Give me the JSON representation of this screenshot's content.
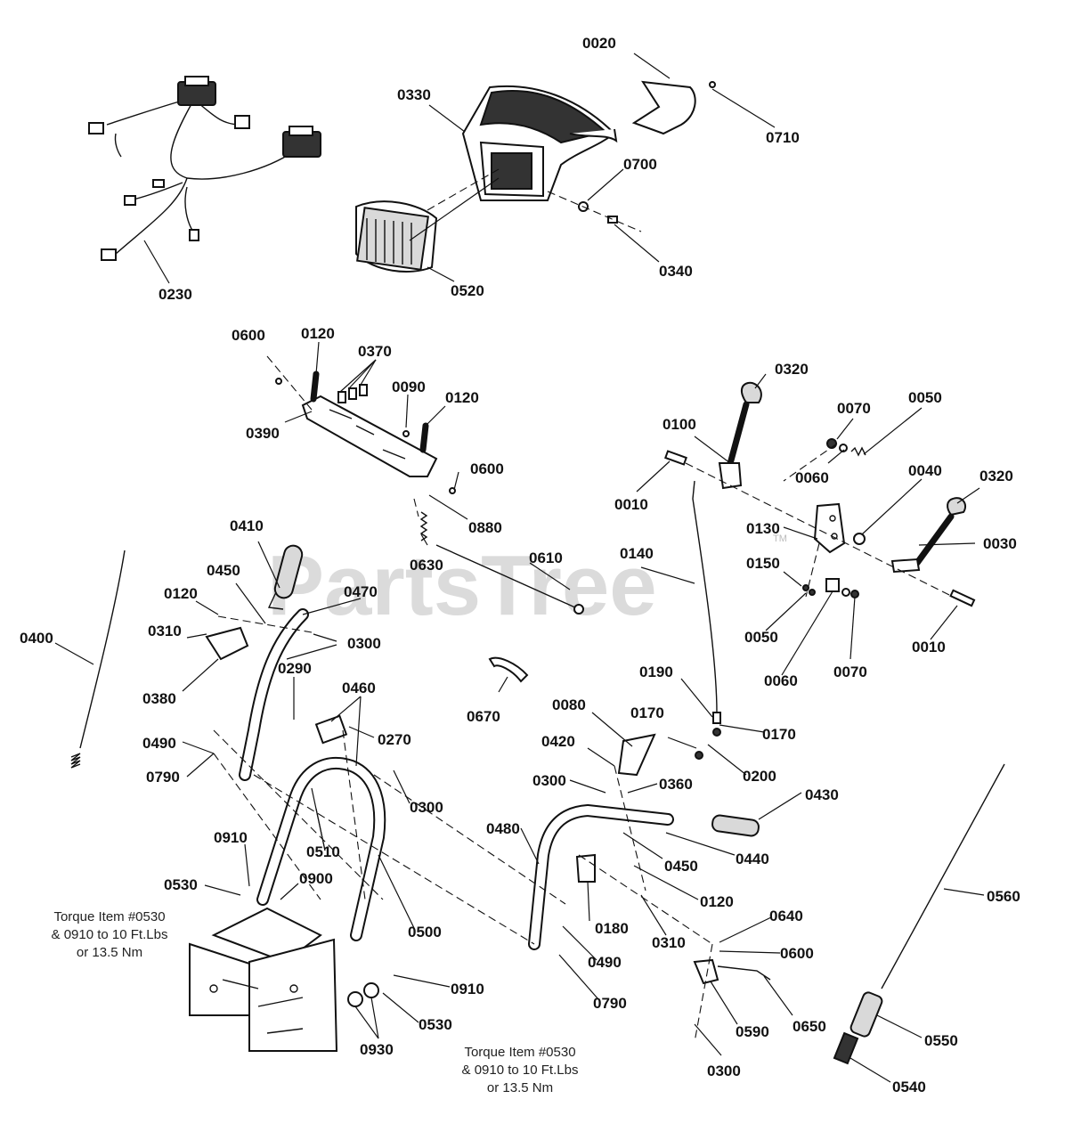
{
  "watermark": {
    "text": "PartsTree",
    "tm": "TM"
  },
  "notes": [
    {
      "id": "note-left",
      "lines": [
        "Torque Item #0530",
        "& 0910 to 10 Ft.Lbs",
        "or 13.5 Nm"
      ]
    },
    {
      "id": "note-bottom",
      "lines": [
        "Torque Item #0530",
        "& 0910 to 10 Ft.Lbs",
        "or 13.5 Nm"
      ]
    }
  ],
  "callouts": [
    {
      "id": "c-0020",
      "text": "0020"
    },
    {
      "id": "c-0330",
      "text": "0330"
    },
    {
      "id": "c-0710",
      "text": "0710"
    },
    {
      "id": "c-0700",
      "text": "0700"
    },
    {
      "id": "c-0340",
      "text": "0340"
    },
    {
      "id": "c-0520",
      "text": "0520"
    },
    {
      "id": "c-0230",
      "text": "0230"
    },
    {
      "id": "c-0600a",
      "text": "0600"
    },
    {
      "id": "c-0120a",
      "text": "0120"
    },
    {
      "id": "c-0370",
      "text": "0370"
    },
    {
      "id": "c-0090",
      "text": "0090"
    },
    {
      "id": "c-0120b",
      "text": "0120"
    },
    {
      "id": "c-0390",
      "text": "0390"
    },
    {
      "id": "c-0600b",
      "text": "0600"
    },
    {
      "id": "c-0880",
      "text": "0880"
    },
    {
      "id": "c-0630",
      "text": "0630"
    },
    {
      "id": "c-0610",
      "text": "0610"
    },
    {
      "id": "c-0320a",
      "text": "0320"
    },
    {
      "id": "c-0070a",
      "text": "0070"
    },
    {
      "id": "c-0050a",
      "text": "0050"
    },
    {
      "id": "c-0100",
      "text": "0100"
    },
    {
      "id": "c-0060a",
      "text": "0060"
    },
    {
      "id": "c-0040",
      "text": "0040"
    },
    {
      "id": "c-0320b",
      "text": "0320"
    },
    {
      "id": "c-0010a",
      "text": "0010"
    },
    {
      "id": "c-0130",
      "text": "0130"
    },
    {
      "id": "c-0030",
      "text": "0030"
    },
    {
      "id": "c-0140",
      "text": "0140"
    },
    {
      "id": "c-0150",
      "text": "0150"
    },
    {
      "id": "c-0050b",
      "text": "0050"
    },
    {
      "id": "c-0010b",
      "text": "0010"
    },
    {
      "id": "c-0060b",
      "text": "0060"
    },
    {
      "id": "c-0070b",
      "text": "0070"
    },
    {
      "id": "c-0410",
      "text": "0410"
    },
    {
      "id": "c-0450a",
      "text": "0450"
    },
    {
      "id": "c-0470",
      "text": "0470"
    },
    {
      "id": "c-0120c",
      "text": "0120"
    },
    {
      "id": "c-0310a",
      "text": "0310"
    },
    {
      "id": "c-0300a",
      "text": "0300"
    },
    {
      "id": "c-0400",
      "text": "0400"
    },
    {
      "id": "c-0380",
      "text": "0380"
    },
    {
      "id": "c-0290",
      "text": "0290"
    },
    {
      "id": "c-0460",
      "text": "0460"
    },
    {
      "id": "c-0270",
      "text": "0270"
    },
    {
      "id": "c-0670",
      "text": "0670"
    },
    {
      "id": "c-0190",
      "text": "0190"
    },
    {
      "id": "c-0170a",
      "text": "0170"
    },
    {
      "id": "c-0170b",
      "text": "0170"
    },
    {
      "id": "c-0200",
      "text": "0200"
    },
    {
      "id": "c-0080",
      "text": "0080"
    },
    {
      "id": "c-0420",
      "text": "0420"
    },
    {
      "id": "c-0490a",
      "text": "0490"
    },
    {
      "id": "c-0790a",
      "text": "0790"
    },
    {
      "id": "c-0300b",
      "text": "0300"
    },
    {
      "id": "c-0360",
      "text": "0360"
    },
    {
      "id": "c-0300c",
      "text": "0300"
    },
    {
      "id": "c-0430",
      "text": "0430"
    },
    {
      "id": "c-0510",
      "text": "0510"
    },
    {
      "id": "c-0480",
      "text": "0480"
    },
    {
      "id": "c-0440",
      "text": "0440"
    },
    {
      "id": "c-0450b",
      "text": "0450"
    },
    {
      "id": "c-0910a",
      "text": "0910"
    },
    {
      "id": "c-0530a",
      "text": "0530"
    },
    {
      "id": "c-0900",
      "text": "0900"
    },
    {
      "id": "c-0500",
      "text": "0500"
    },
    {
      "id": "c-0120d",
      "text": "0120"
    },
    {
      "id": "c-0180",
      "text": "0180"
    },
    {
      "id": "c-0310b",
      "text": "0310"
    },
    {
      "id": "c-0560",
      "text": "0560"
    },
    {
      "id": "c-0640",
      "text": "0640"
    },
    {
      "id": "c-0600c",
      "text": "0600"
    },
    {
      "id": "c-0490b",
      "text": "0490"
    },
    {
      "id": "c-0910b",
      "text": "0910"
    },
    {
      "id": "c-0790b",
      "text": "0790"
    },
    {
      "id": "c-0590",
      "text": "0590"
    },
    {
      "id": "c-0650",
      "text": "0650"
    },
    {
      "id": "c-0530b",
      "text": "0530"
    },
    {
      "id": "c-0930",
      "text": "0930"
    },
    {
      "id": "c-0550",
      "text": "0550"
    },
    {
      "id": "c-0300d",
      "text": "0300"
    },
    {
      "id": "c-0540",
      "text": "0540"
    }
  ]
}
